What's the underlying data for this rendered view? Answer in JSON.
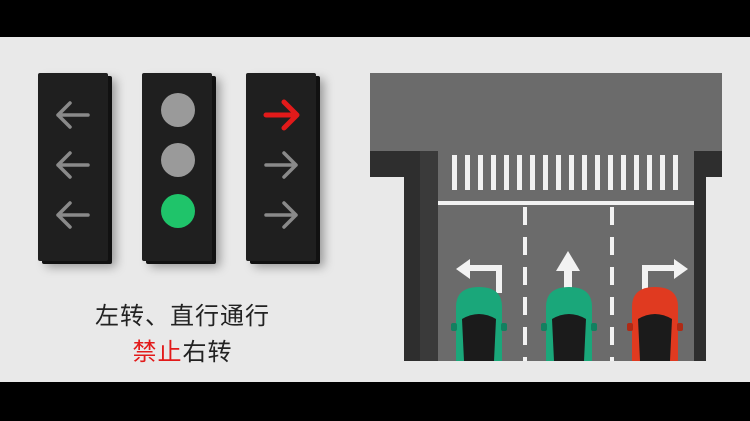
{
  "signals": {
    "left": {
      "lights": [
        "left-arrow",
        "left-arrow",
        "left-arrow"
      ],
      "state": "off",
      "color": "#8a8a8a"
    },
    "straight": {
      "lights": [
        "circle",
        "circle",
        "circle"
      ],
      "active": "green",
      "colors": {
        "off": "#9a9a9a",
        "green": "#1fc46a"
      }
    },
    "right": {
      "lights": [
        "right-arrow",
        "right-arrow",
        "right-arrow"
      ],
      "active_index": 0,
      "colors": {
        "off": "#8a8a8a",
        "red": "#e21a1a"
      }
    }
  },
  "caption": {
    "line1": "左转、直行通行",
    "line2_red": "禁止",
    "line2_rest": "右转"
  },
  "scene": {
    "lane_arrows": [
      "left-turn-arrow",
      "straight-arrow",
      "right-turn-arrow"
    ],
    "cars": [
      {
        "lane": 1,
        "color": "#1aa77a"
      },
      {
        "lane": 2,
        "color": "#1aa77a"
      },
      {
        "lane": 3,
        "color": "#e03a20"
      }
    ]
  }
}
